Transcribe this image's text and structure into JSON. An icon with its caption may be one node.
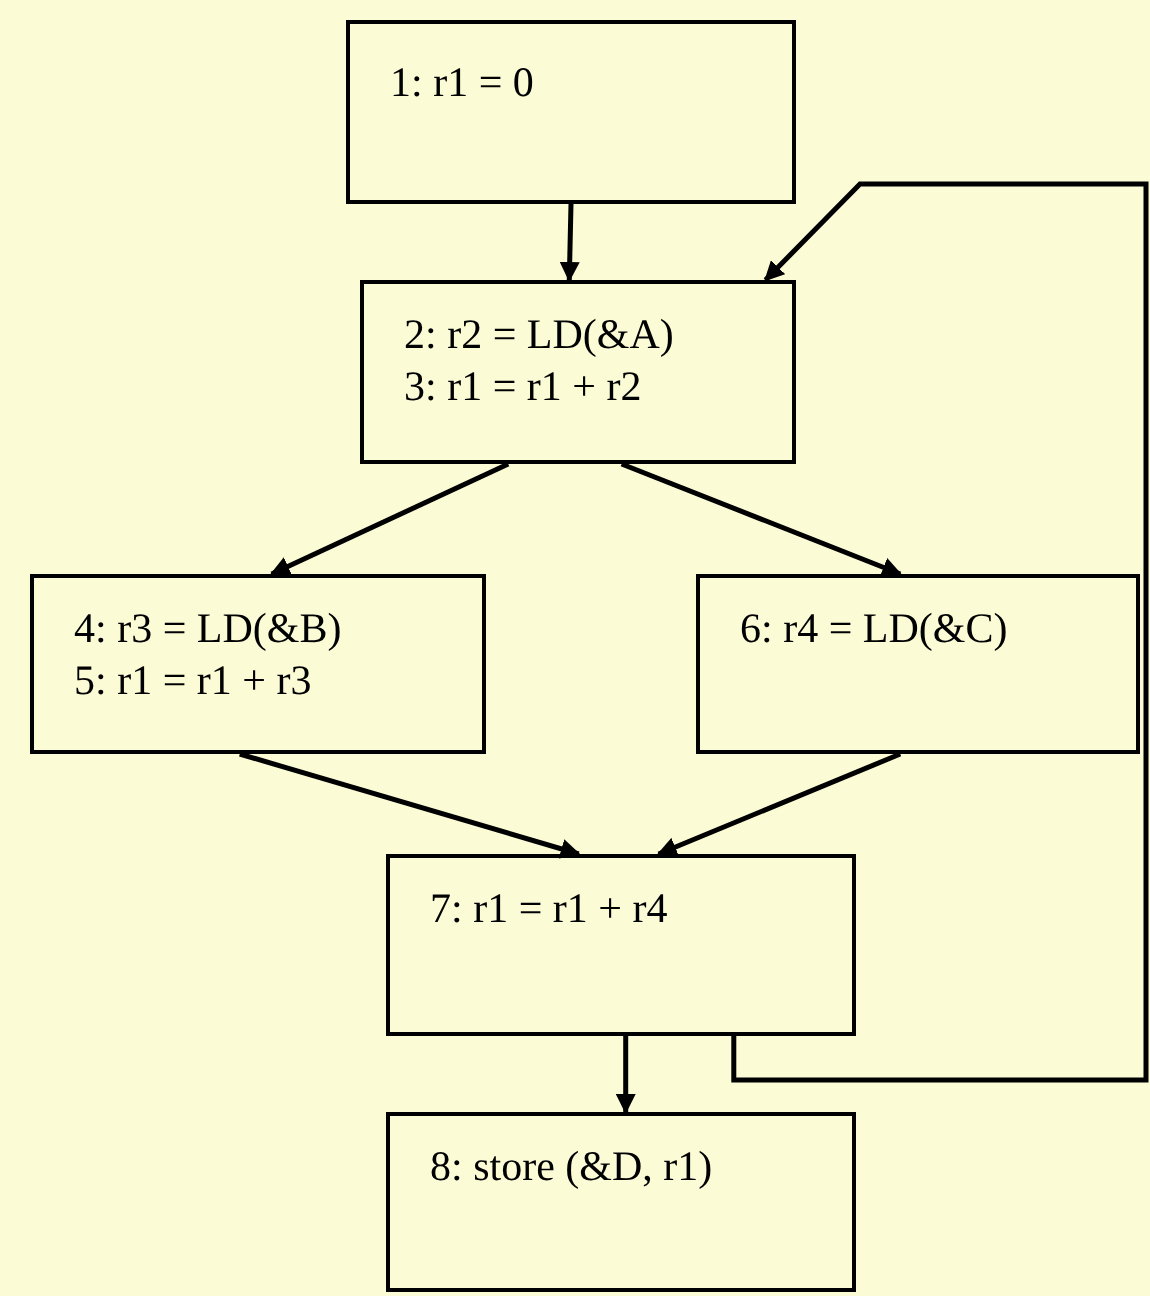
{
  "diagram": {
    "nodes": [
      {
        "text": [
          "1: r1 = 0"
        ]
      },
      {
        "text": [
          "2: r2 = LD(&A)",
          "3: r1 = r1 + r2"
        ]
      },
      {
        "text": [
          "4: r3 = LD(&B)",
          "5: r1 = r1 + r3"
        ]
      },
      {
        "text": [
          "6: r4 = LD(&C)"
        ]
      },
      {
        "text": [
          "7: r1 = r1 + r4"
        ]
      },
      {
        "text": [
          "8: store (&D, r1)"
        ]
      }
    ],
    "edges": [
      {
        "from": 0,
        "to": 1,
        "arrow": "to"
      },
      {
        "from": 1,
        "to": 2,
        "arrow": "to"
      },
      {
        "from": 1,
        "to": 3,
        "arrow": "to"
      },
      {
        "from": 2,
        "to": 4,
        "arrow": "to"
      },
      {
        "from": 3,
        "to": 4,
        "arrow": "to"
      },
      {
        "from": 4,
        "to": 5,
        "arrow": "to"
      },
      {
        "from": 4,
        "to": 1,
        "arrow": "to"
      }
    ]
  }
}
